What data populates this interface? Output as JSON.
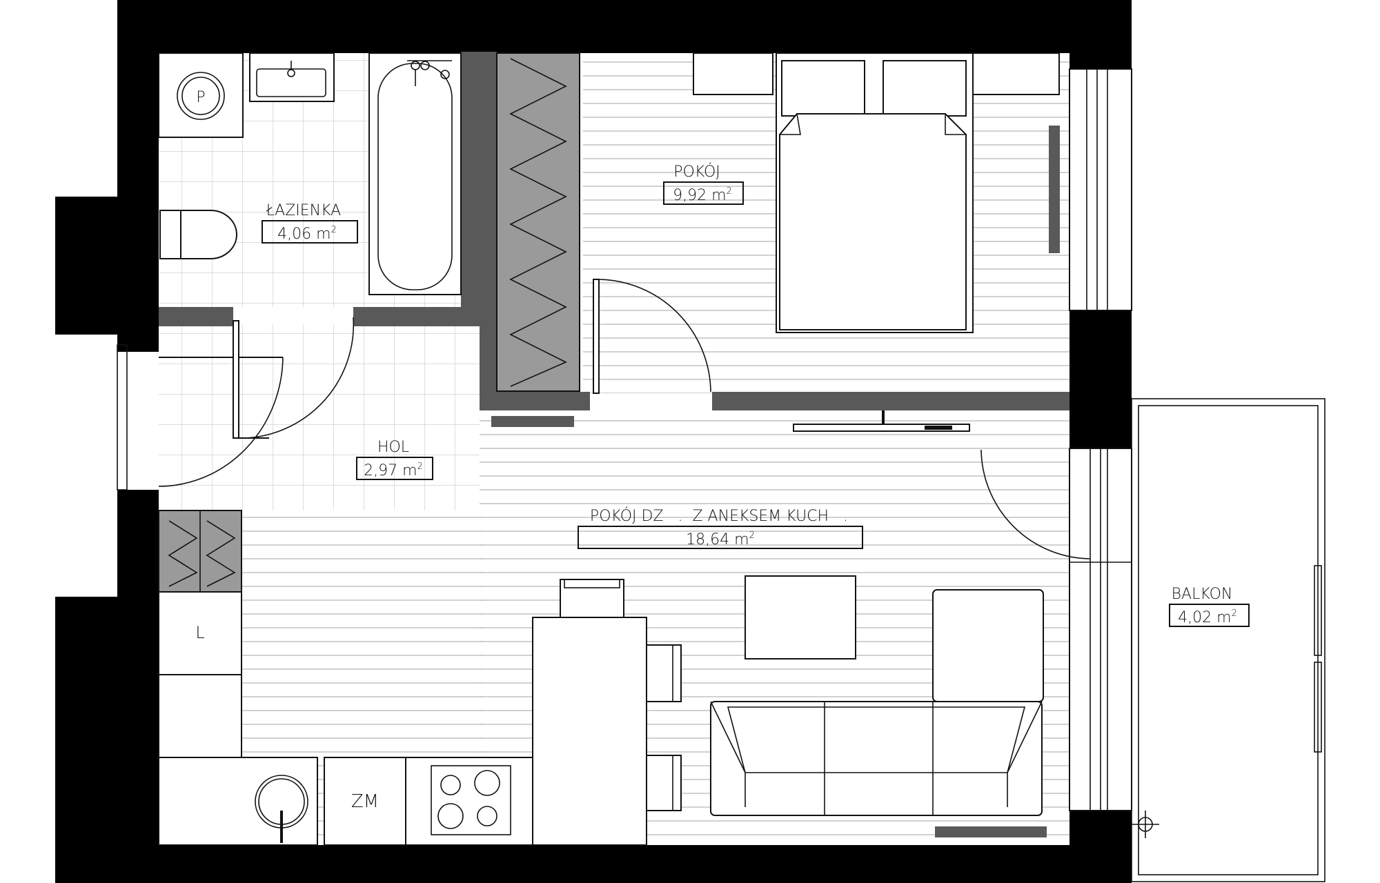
{
  "rooms": {
    "lazienka": {
      "name": "ŁAZIENKA",
      "area": "4,06 m",
      "sup": "2"
    },
    "pokoj": {
      "name": "POKÓJ",
      "area": "9,92 m",
      "sup": "2"
    },
    "hol": {
      "name": "HOL",
      "area": "2,97 m",
      "sup": "2"
    },
    "dzienny": {
      "name": "POKÓJ DZ   .  Z ANEKSEM KUCH   .",
      "area": "18,64 m",
      "sup": "2"
    },
    "balkon": {
      "name": "BALKON",
      "area": "4,02 m",
      "sup": "2"
    }
  },
  "appliances": {
    "boiler": "P",
    "fridge": "L",
    "dishwasher": "ZM"
  },
  "colors": {
    "wall": "#000000",
    "partition": "#595959",
    "floor_line": "#b5b5b5",
    "tile_line": "#c8c8c8"
  }
}
